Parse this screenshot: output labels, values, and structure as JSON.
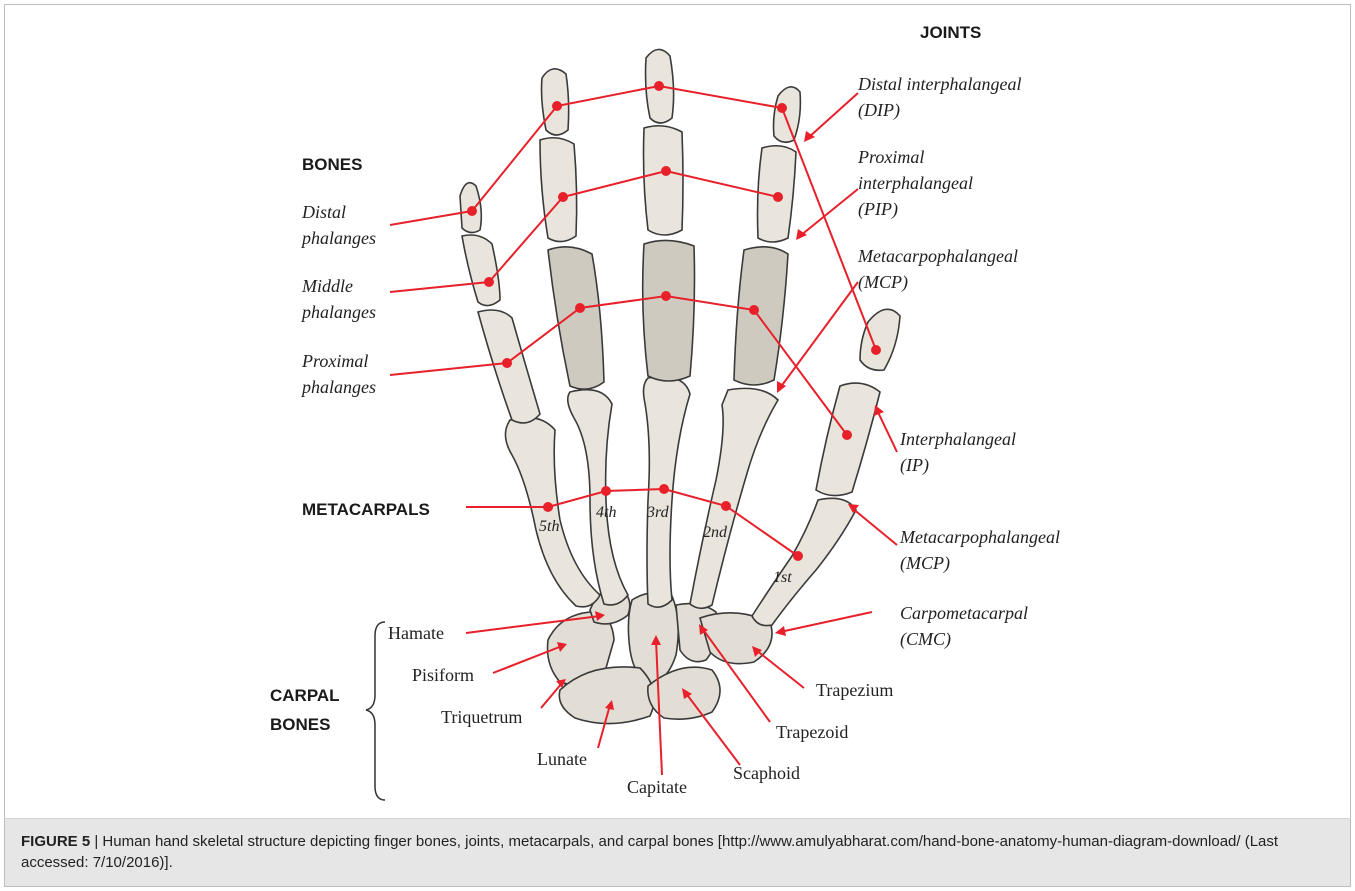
{
  "headers": {
    "joints": "JOINTS",
    "bones": "BONES",
    "metacarpals": "METACARPALS",
    "carpal_line1": "CARPAL",
    "carpal_line2": "BONES"
  },
  "bones_labels": {
    "distal_l1": "Distal",
    "distal_l2": "phalanges",
    "middle_l1": "Middle",
    "middle_l2": "phalanges",
    "proximal_l1": "Proximal",
    "proximal_l2": "phalanges"
  },
  "joint_labels": {
    "dip_l1": "Distal interphalangeal",
    "dip_l2": "(DIP)",
    "pip_l1": "Proximal",
    "pip_l2": "interphalangeal",
    "pip_l3": "(PIP)",
    "mcp_l1": "Metacarpophalangeal",
    "mcp_l2": "(MCP)",
    "ip_l1": "Interphalangeal",
    "ip_l2": "(IP)",
    "thumb_mcp_l1": "Metacarpophalangeal",
    "thumb_mcp_l2": "(MCP)",
    "cmc_l1": "Carpometacarpal",
    "cmc_l2": "(CMC)"
  },
  "metacarpal_numbers": {
    "fifth": "5th",
    "fourth": "4th",
    "third": "3rd",
    "second": "2nd",
    "first": "1st"
  },
  "carpal_labels": {
    "hamate": "Hamate",
    "pisiform": "Pisiform",
    "triquetrum": "Triquetrum",
    "lunate": "Lunate",
    "capitate": "Capitate",
    "scaphoid": "Scaphoid",
    "trapezoid": "Trapezoid",
    "trapezium": "Trapezium"
  },
  "caption": {
    "label": "FIGURE 5",
    "text": " | Human hand skeletal structure depicting finger bones, joints, metacarpals, and carpal bones [http://www.amulyabharat.com/hand-bone-anatomy-human-diagram-download/ (Last accessed: 7/10/2016)]."
  },
  "colors": {
    "annotation_red": "#e8202a",
    "bone_fill": "#e9e5dc",
    "caption_bg": "#e6e6e6"
  }
}
